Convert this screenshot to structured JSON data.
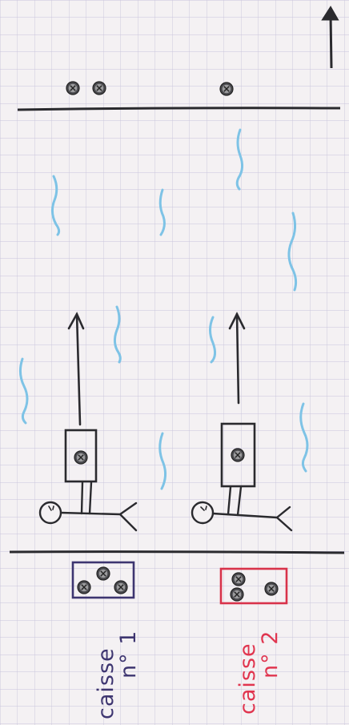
{
  "colors": {
    "paper": "#f4f1f3",
    "grid": "#c9c4dc",
    "ink": "#2a2a2e",
    "water": "#7ec3e6",
    "box_1": "#3d3570",
    "box_2": "#d8324a",
    "caption_1": "#3d3570",
    "caption_2": "#e0354f"
  },
  "labels": {
    "box_1_line1": "caisse",
    "box_1_line2": "n° 1",
    "box_2_line1": "caisse",
    "box_2_line2": "n° 2"
  }
}
